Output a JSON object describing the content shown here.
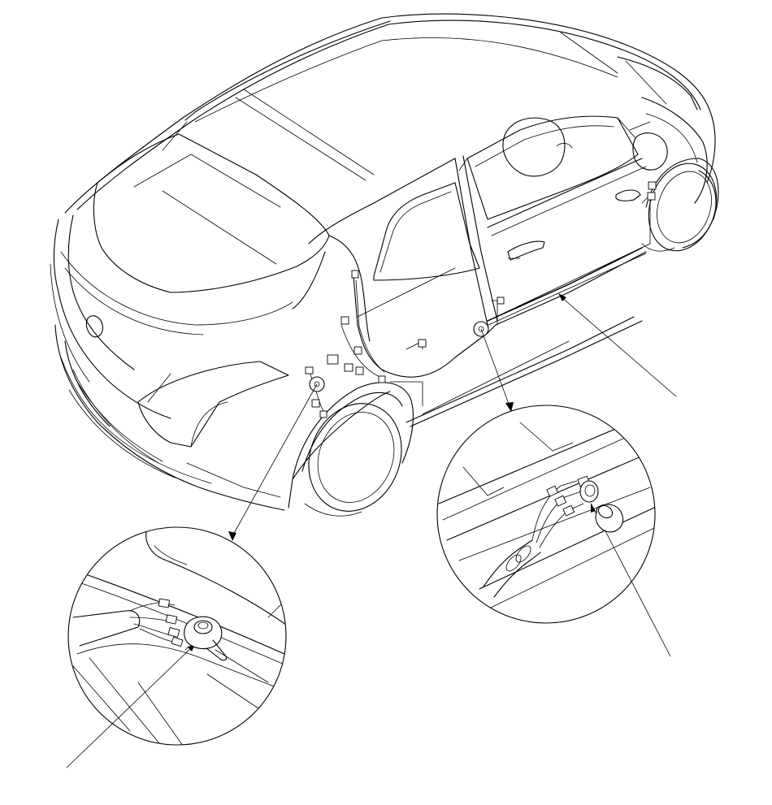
{
  "diagram": {
    "description_labels": [],
    "colors": {
      "line": "#000000",
      "background": "#ffffff"
    },
    "icons": [
      "hatchback-car-drawing",
      "ground-terminal-left-detail",
      "ground-terminal-right-detail"
    ]
  }
}
